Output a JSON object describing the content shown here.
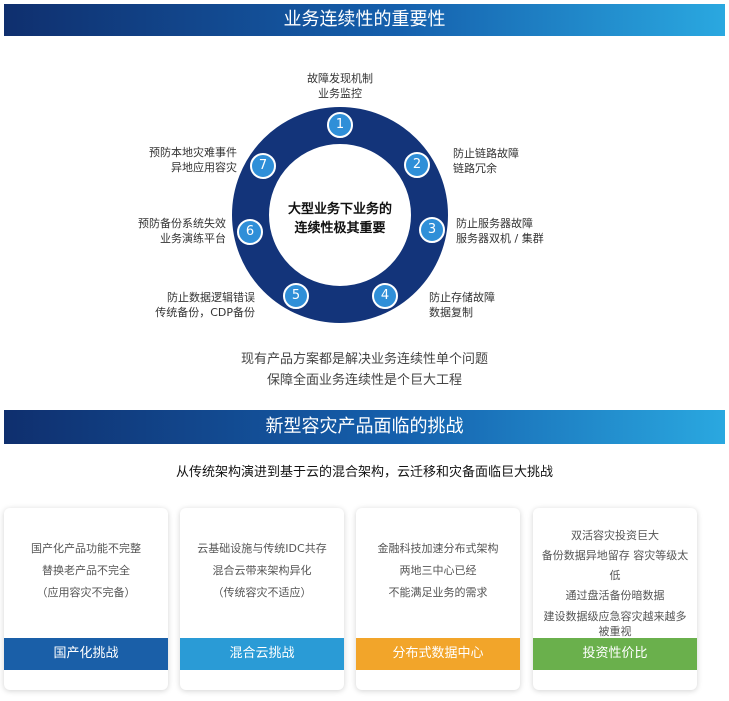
{
  "section1": {
    "title": "业务连续性的重要性",
    "center_text": [
      "大型业务下业务的",
      "连续性极其重要"
    ],
    "nodes": [
      {
        "num": "1",
        "lines": [
          "故障发现机制",
          "业务监控"
        ]
      },
      {
        "num": "2",
        "lines": [
          "防止链路故障",
          "链路冗余"
        ]
      },
      {
        "num": "3",
        "lines": [
          "防止服务器故障",
          "服务器双机 / 集群"
        ]
      },
      {
        "num": "4",
        "lines": [
          "防止存储故障",
          "数据复制"
        ]
      },
      {
        "num": "5",
        "lines": [
          "防止数据逻辑错误",
          "传统备份，CDP备份"
        ]
      },
      {
        "num": "6",
        "lines": [
          "预防备份系统失效",
          "业务演练平台"
        ]
      },
      {
        "num": "7",
        "lines": [
          "预防本地灾难事件",
          "异地应用容灾"
        ]
      }
    ],
    "summary": [
      "现有产品方案都是解决业务连续性单个问题",
      "保障全面业务连续性是个巨大工程"
    ]
  },
  "section2": {
    "title": "新型容灾产品面临的挑战",
    "subtitle": "从传统架构演进到基于云的混合架构，云迁移和灾备面临巨大挑战",
    "cards": [
      {
        "lines": [
          "国产化产品功能不完整",
          "替换老产品不完全",
          "（应用容灾不完备）"
        ],
        "footer": "国产化挑战",
        "color": "#1a5fa8"
      },
      {
        "lines": [
          "云基础设施与传统IDC共存",
          "混合云带来架构异化",
          "（传统容灾不适应）"
        ],
        "footer": "混合云挑战",
        "color": "#2a9bd6"
      },
      {
        "lines": [
          "金融科技加速分布式架构",
          "两地三中心已经",
          "不能满足业务的需求"
        ],
        "footer": "分布式数据中心",
        "color": "#f2a52a"
      },
      {
        "lines": [
          "双活容灾投资巨大",
          "备份数据异地留存 容灾等级太低",
          "通过盘活备份暗数据",
          "建设数据级应急容灾越来越多被重视"
        ],
        "footer": "投资性价比",
        "color": "#6ab04c"
      }
    ]
  },
  "colors": {
    "ring": "#13347a",
    "node": "#2f8fd8",
    "banner_start": "#0f2f6e",
    "banner_end": "#2aa8e0"
  }
}
